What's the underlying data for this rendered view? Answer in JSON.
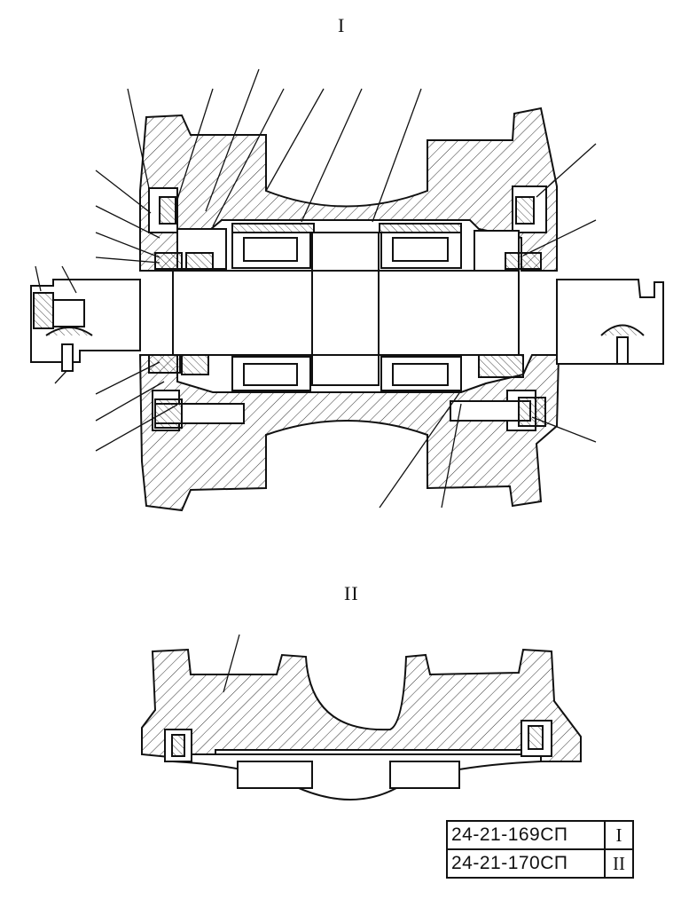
{
  "views": {
    "upper": {
      "label": "I"
    },
    "lower": {
      "label": "II"
    }
  },
  "legend": {
    "rows": [
      {
        "code": "24-21-169СП",
        "view": "I"
      },
      {
        "code": "24-21-170СП",
        "view": "II"
      }
    ]
  },
  "colors": {
    "ink": "#111111",
    "paper": "#ffffff"
  }
}
